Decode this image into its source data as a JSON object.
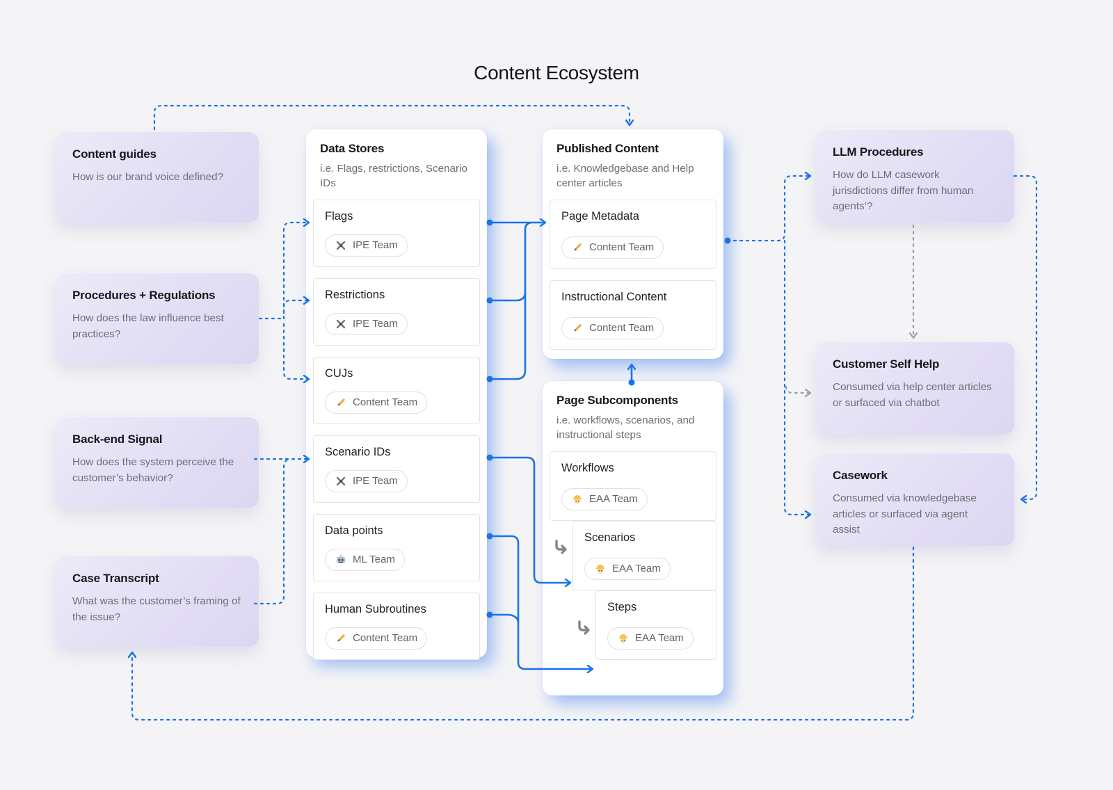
{
  "page_title": "Content Ecosystem",
  "colors": {
    "background": "#f4f4f6",
    "accent_blue": "#1a73e8",
    "connector_gray": "#9aa0a6",
    "purple_box_from": "#edeaf9",
    "purple_box_to": "#dcd6f2",
    "card_bg": "#ffffff",
    "body_text": "#6d6d78"
  },
  "left_boxes": [
    {
      "title": "Content guides",
      "body": "How is our brand voice defined?"
    },
    {
      "title": "Procedures + Regulations",
      "body": "How does the law influence best practices?"
    },
    {
      "title": "Back-end Signal",
      "body": "How does the system perceive the customer’s behavior?"
    },
    {
      "title": "Case Transcript",
      "body": "What was the customer’s framing of the issue?"
    }
  ],
  "data_stores": {
    "title": "Data Stores",
    "subtitle": "i.e. Flags, restrictions, Scenario IDs",
    "items": [
      {
        "label": "Flags",
        "team": "IPE Team",
        "team_icon": "satellite-icon"
      },
      {
        "label": "Restrictions",
        "team": "IPE Team",
        "team_icon": "satellite-icon"
      },
      {
        "label": "CUJs",
        "team": "Content Team",
        "team_icon": "writing-hand-icon"
      },
      {
        "label": "Scenario IDs",
        "team": "IPE Team",
        "team_icon": "satellite-icon"
      },
      {
        "label": "Data points",
        "team": "ML Team",
        "team_icon": "robot-icon"
      },
      {
        "label": "Human Subroutines",
        "team": "Content Team",
        "team_icon": "writing-hand-icon"
      }
    ]
  },
  "published_content": {
    "title": "Published Content",
    "subtitle": "i.e. Knowledgebase and Help center articles",
    "items": [
      {
        "label": "Page Metadata",
        "team": "Content Team",
        "team_icon": "writing-hand-icon"
      },
      {
        "label": "Instructional Content",
        "team": "Content Team",
        "team_icon": "writing-hand-icon"
      }
    ]
  },
  "page_subcomponents": {
    "title": "Page Subcomponents",
    "subtitle": "i.e. workflows, scenarios, and instructional steps",
    "items": [
      {
        "label": "Workflows",
        "team": "EAA Team",
        "team_icon": "worker-icon"
      },
      {
        "label": "Scenarios",
        "team": "EAA Team",
        "team_icon": "worker-icon"
      },
      {
        "label": "Steps",
        "team": "EAA Team",
        "team_icon": "worker-icon"
      }
    ]
  },
  "right_boxes": [
    {
      "title": "LLM Procedures",
      "body": "How do LLM casework jurisdictions differ from human agents’?"
    },
    {
      "title": "Customer Self Help",
      "body": "Consumed via help center articles or surfaced via chatbot"
    },
    {
      "title": "Casework",
      "body": "Consumed via knowledgebase articles or surfaced via agent assist"
    }
  ]
}
